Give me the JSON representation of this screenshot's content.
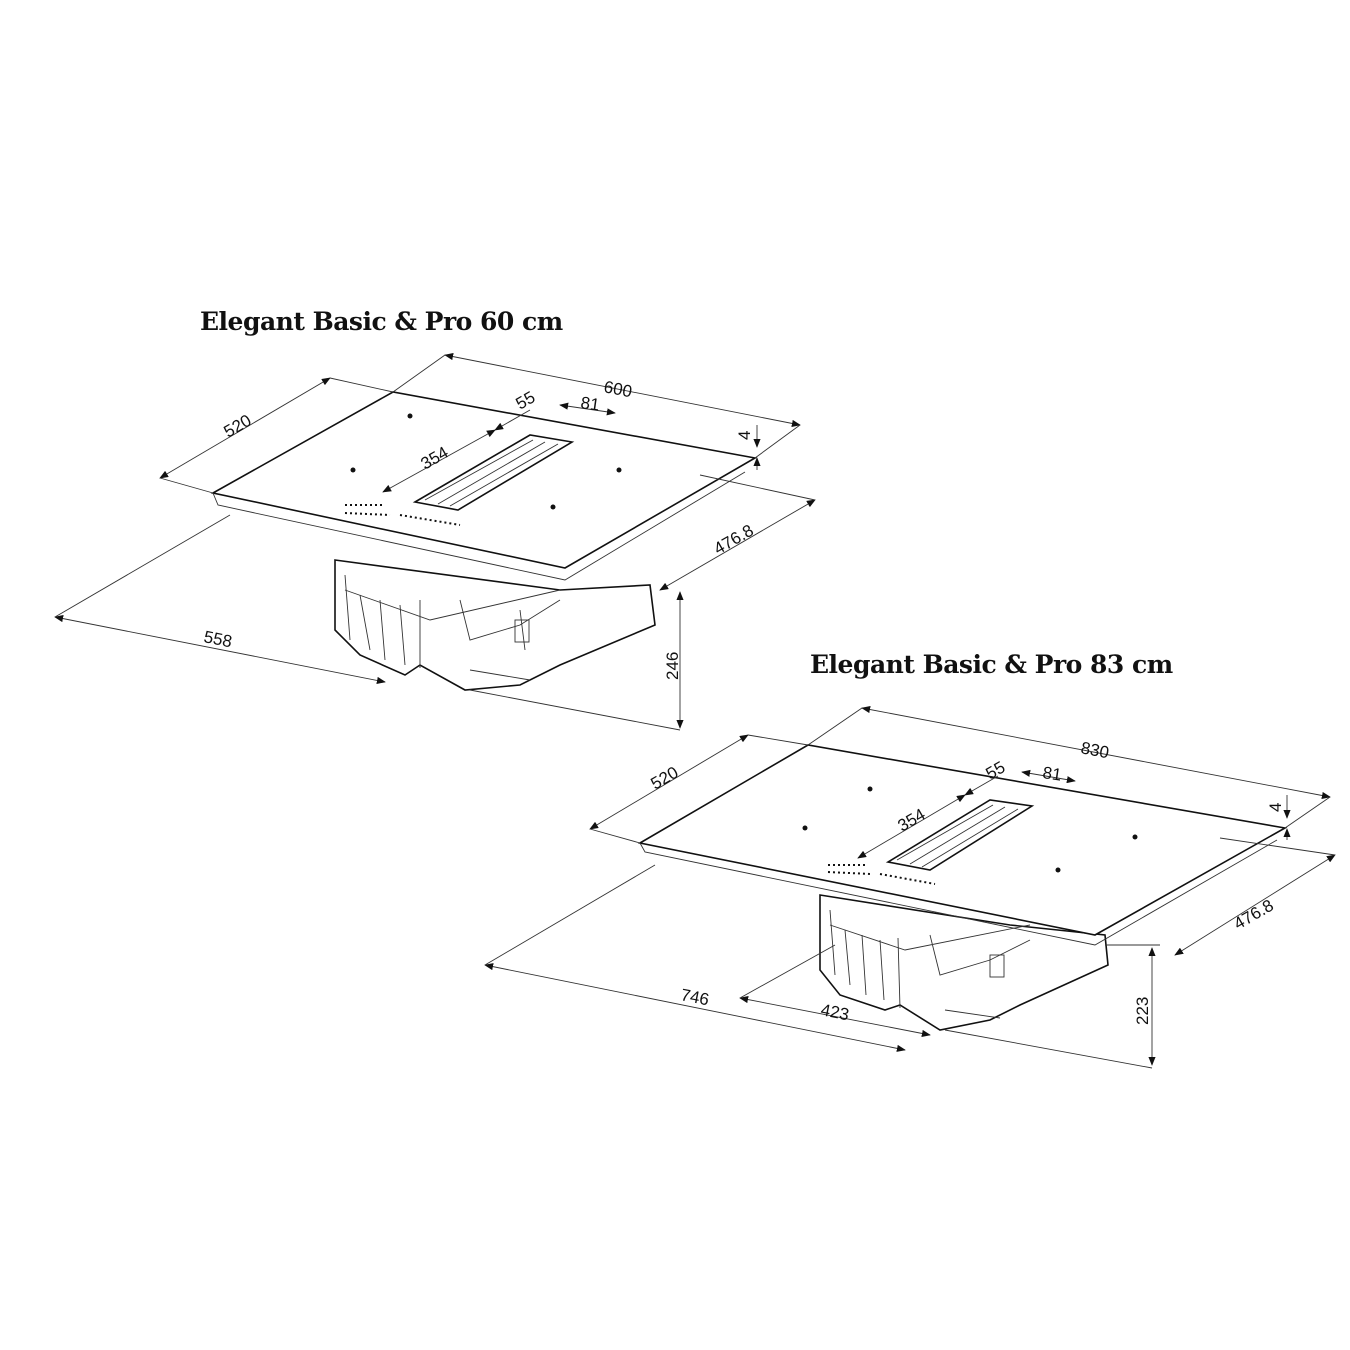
{
  "diagrams": [
    {
      "title": "Elegant Basic & Pro 60 cm",
      "dimensions": {
        "width": "600",
        "depth": "520",
        "slot_offset": "55",
        "slot_width": "81",
        "slot_length": "354",
        "thickness": "4",
        "cutout_depth": "476.8",
        "cutout_width": "558",
        "height": "246"
      }
    },
    {
      "title": "Elegant Basic & Pro 83 cm",
      "dimensions": {
        "width": "830",
        "depth": "520",
        "slot_offset": "55",
        "slot_width": "81",
        "slot_length": "354",
        "thickness": "4",
        "cutout_depth": "476.8",
        "cutout_width": "746",
        "motor_width": "423",
        "height": "223"
      }
    }
  ],
  "colors": {
    "line": "#111111",
    "background": "#ffffff"
  }
}
